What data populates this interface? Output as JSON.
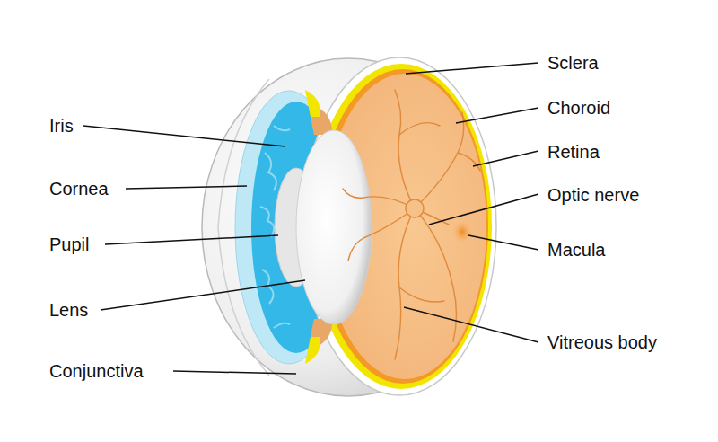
{
  "diagram": {
    "labels": [
      "Iris",
      "Cornea",
      "Pupil",
      "Lens",
      "Conjunctiva",
      "Sclera",
      "Choroid",
      "Retina",
      "Optic nerve",
      "Macula",
      "Vitreous body"
    ]
  }
}
